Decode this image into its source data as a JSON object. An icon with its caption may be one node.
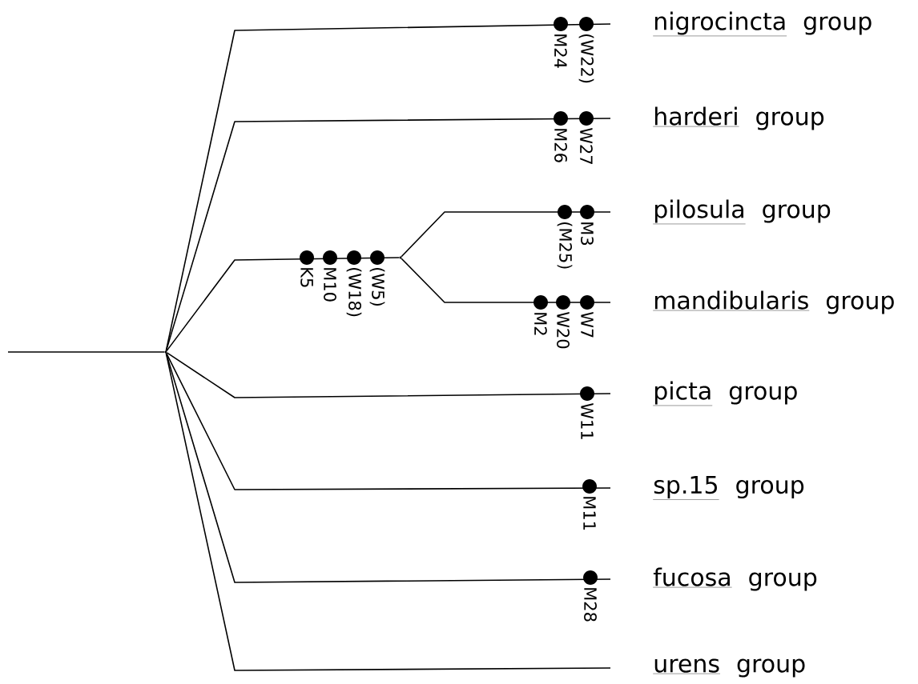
{
  "diagram": {
    "nodes": [
      {
        "text": [],
        "shape": "circle"
      },
      {
        "text": [
          "nigrocincta",
          "group"
        ]
      },
      {
        "text": [
          "harderi",
          "group"
        ]
      },
      {
        "text": [],
        "shape": "circle"
      },
      {
        "text": [
          "pilosula",
          "group"
        ]
      },
      {
        "text": [
          "mandibularis",
          "group"
        ]
      },
      {
        "text": [
          "picta",
          "group"
        ]
      },
      {
        "text": [
          "sp.15",
          "group"
        ]
      },
      {
        "text": [
          "fucosa",
          "group"
        ]
      },
      {
        "text": [
          "urens",
          "group"
        ]
      }
    ],
    "edges": [
      {
        "from": null,
        "to": 0,
        "arrow": "none"
      },
      {
        "from": 0,
        "to": 1,
        "arrow": "none"
      },
      {
        "from": 0,
        "to": 2,
        "arrow": "none"
      },
      {
        "from": 0,
        "to": 3,
        "arrow": "none"
      },
      {
        "from": 3,
        "to": 4,
        "arrow": "none"
      },
      {
        "from": 3,
        "to": 5,
        "arrow": "none"
      },
      {
        "from": 0,
        "to": 6,
        "arrow": "none"
      },
      {
        "from": 0,
        "to": 7,
        "arrow": "none"
      },
      {
        "from": 0,
        "to": 8,
        "arrow": "none"
      },
      {
        "from": 0,
        "to": 9,
        "arrow": "none"
      }
    ],
    "labels": [
      "M24",
      "(W22)",
      "M26",
      "W27",
      "K5",
      "M10",
      "(W18)",
      "(W5)",
      "(M25)",
      "M3",
      "M2",
      "W20",
      "W7",
      "W11",
      "M11",
      "M28"
    ]
  }
}
